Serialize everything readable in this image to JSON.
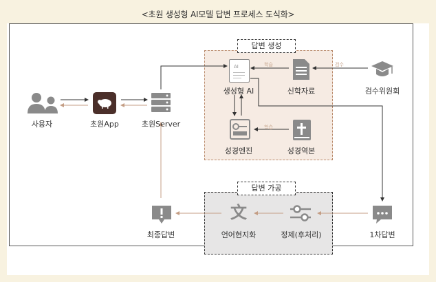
{
  "title": "<초원 생성형 AI모델 답변 프로세스 도식화>",
  "groups": {
    "generation": "답변 생성",
    "processing": "답변 가공"
  },
  "nodes": {
    "user": "사용자",
    "app": "초원App",
    "server": "초원Server",
    "ai": "생성형 AI",
    "ai_badge": "AI",
    "theology": "신학자료",
    "review": "검수위원회",
    "engine": "성경엔진",
    "translation": "성경역본",
    "localize": "언어현지화",
    "refine": "정제(후처리)",
    "first": "1차답변",
    "final": "최종답변"
  },
  "edge_labels": {
    "learn1": "학습",
    "review": "검수",
    "learn2": "학습"
  },
  "colors": {
    "icon": "#8a8a8a",
    "app_icon": "#4b2f2a",
    "accent_line": "#c49e85",
    "dark_line": "#333333",
    "gen_fill": "#f6ebe3",
    "proc_fill": "#e7e6e6"
  }
}
